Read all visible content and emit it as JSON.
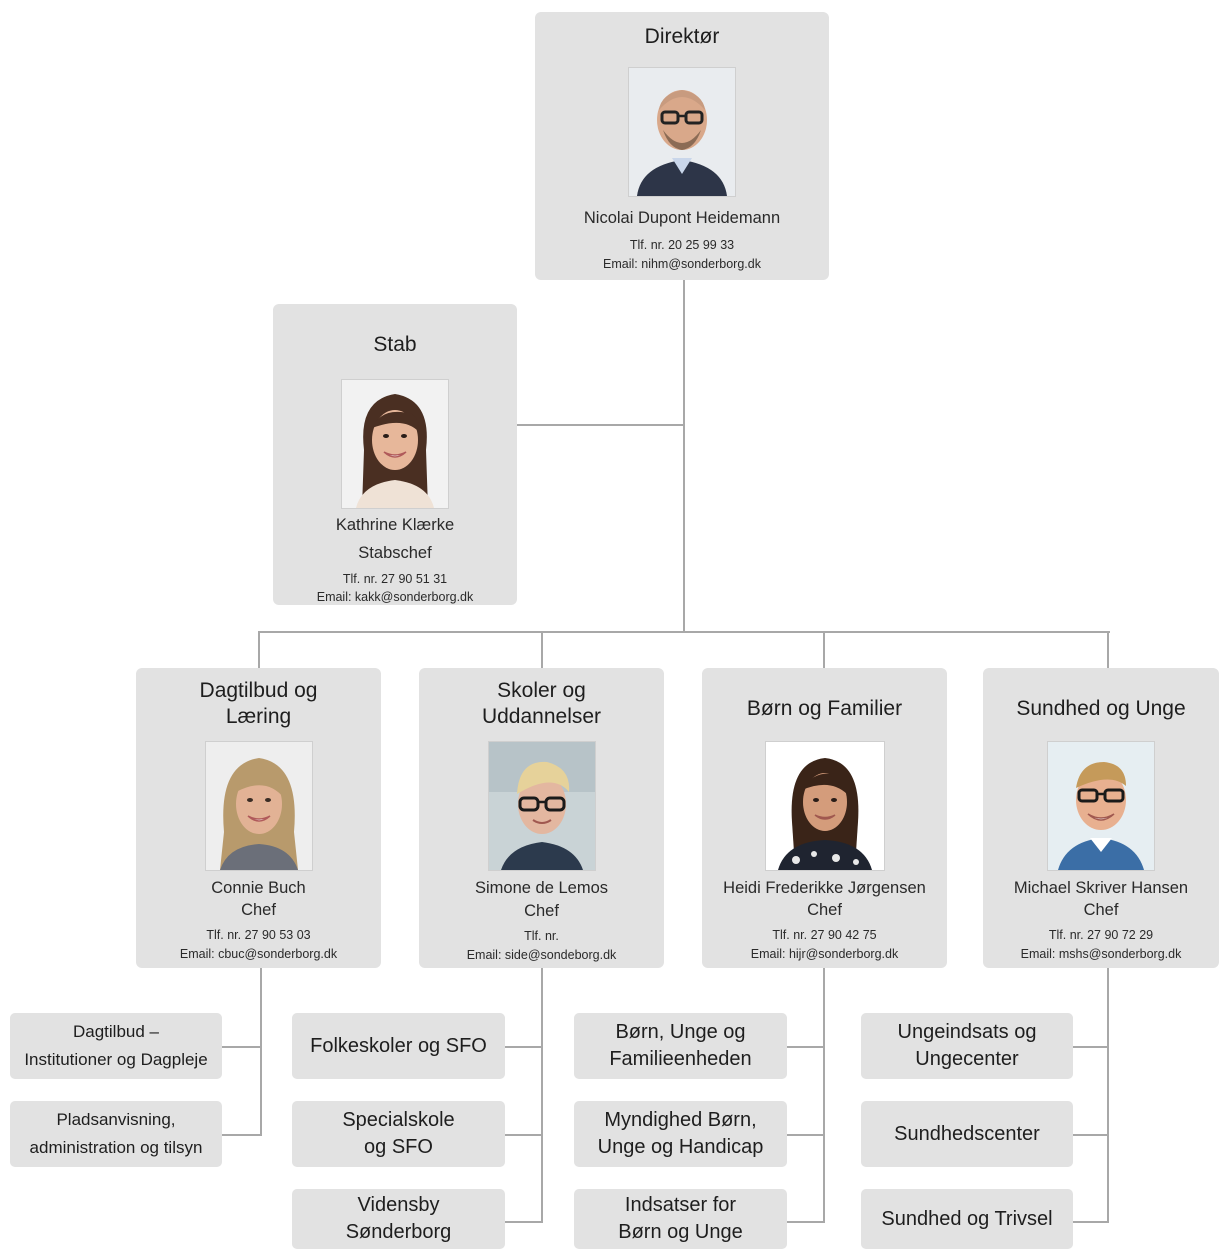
{
  "director": {
    "title": "Direktør",
    "name": "Nicolai Dupont Heidemann",
    "phone": "Tlf. nr. 20 25 99 33",
    "email": "Email: nihm@sonderborg.dk"
  },
  "stab": {
    "title": "Stab",
    "name": "Kathrine Klærke",
    "role": "Stabschef",
    "phone": "Tlf. nr. 27 90 51 31",
    "email": "Email: kakk@sonderborg.dk"
  },
  "departments": [
    {
      "title": "Dagtilbud og\nLæring",
      "name": "Connie Buch",
      "role": "Chef",
      "phone": "Tlf. nr. 27 90 53 03",
      "email": "Email: cbuc@sonderborg.dk",
      "units": [
        "Dagtilbud –\nInstitutioner og Dagpleje",
        "Pladsanvisning,\nadministration og tilsyn"
      ]
    },
    {
      "title": "Skoler og\nUddannelser",
      "name": "Simone de Lemos",
      "role": "Chef",
      "phone": "Tlf. nr.",
      "email": "Email: side@sondeborg.dk",
      "units": [
        "Folkeskoler og SFO",
        "Specialskole\nog SFO",
        "Vidensby\nSønderborg"
      ]
    },
    {
      "title": "Børn og Familier",
      "name": "Heidi Frederikke Jørgensen",
      "role": "Chef",
      "phone": "Tlf. nr. 27 90 42 75",
      "email": "Email: hijr@sonderborg.dk",
      "units": [
        "Børn, Unge og\nFamilieenheden",
        "Myndighed Børn,\nUnge og Handicap",
        "Indsatser for\nBørn og Unge"
      ]
    },
    {
      "title": "Sundhed og Unge",
      "name": "Michael Skriver Hansen",
      "role": "Chef",
      "phone": "Tlf. nr. 27 90 72 29",
      "email": "Email: mshs@sonderborg.dk",
      "units": [
        "Ungeindsats og\nUngecenter",
        "Sundhedscenter",
        "Sundhed og Trivsel"
      ]
    }
  ],
  "colors": {
    "box": "#e2e2e2",
    "line": "#a8a8a8"
  }
}
